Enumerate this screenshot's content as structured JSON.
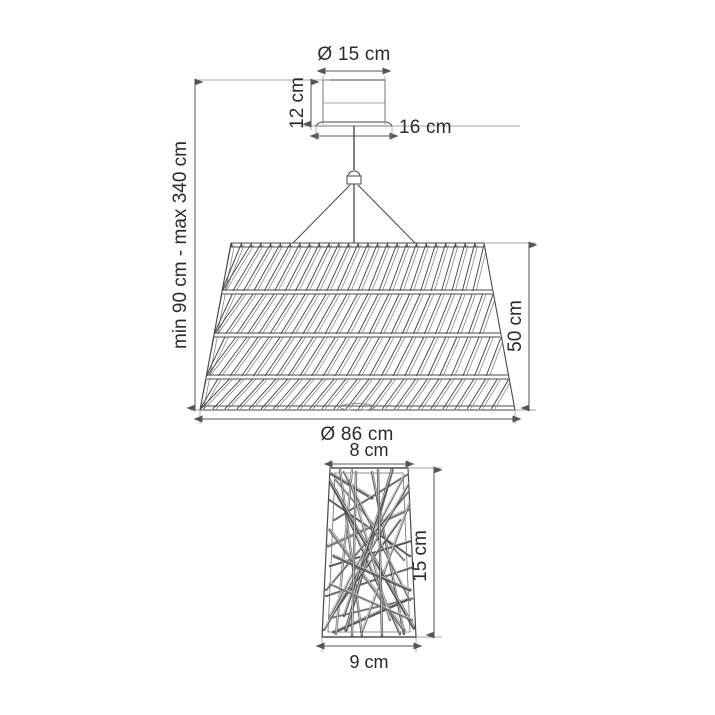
{
  "drawing": {
    "title": "Pendant lamp technical dimension drawing",
    "line_color": "#4a4a4a",
    "dim_line_color": "#555555",
    "text_color": "#2b2b2b",
    "background": "#ffffff"
  },
  "main_view": {
    "canopy": {
      "diameter_label": "Ø 15 cm",
      "height_label": "12 cm",
      "base_width_label": "16 cm"
    },
    "suspension": {
      "drop_label": "min 90 cm - max 340 cm"
    },
    "shade": {
      "height_label": "50 cm",
      "diameter_label": "Ø 86 cm",
      "tiers": 4,
      "slats_per_tier": 26
    }
  },
  "detail_view": {
    "top_width_label": "8 cm",
    "bottom_width_label": "9 cm",
    "height_label": "15 cm",
    "pattern": "crossed-sticks"
  }
}
